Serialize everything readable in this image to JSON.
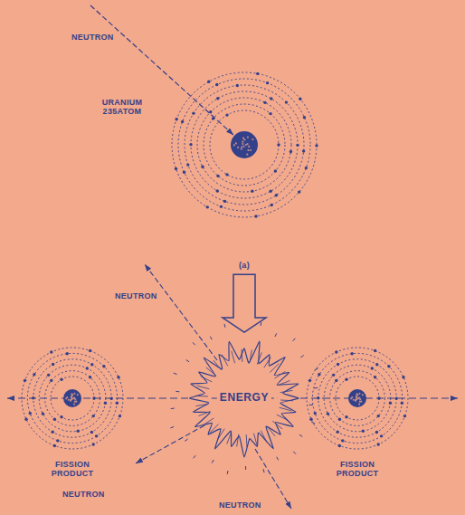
{
  "diagram": {
    "nodes": [
      {
        "text": [
          "URANIUM 235ATOM"
        ]
      },
      {
        "text": [
          "FISSION PRODUCT"
        ]
      },
      {
        "text": [
          "ENERGY"
        ]
      },
      {
        "text": [
          "FISSION PRODUCT"
        ]
      }
    ],
    "edges": [
      {
        "from": 0,
        "to": 2,
        "arrow": "to"
      }
    ],
    "labels": [
      "NEUTRON",
      "(a)",
      "NEUTRON",
      "NEUTRON",
      "NEUTRON"
    ]
  }
}
